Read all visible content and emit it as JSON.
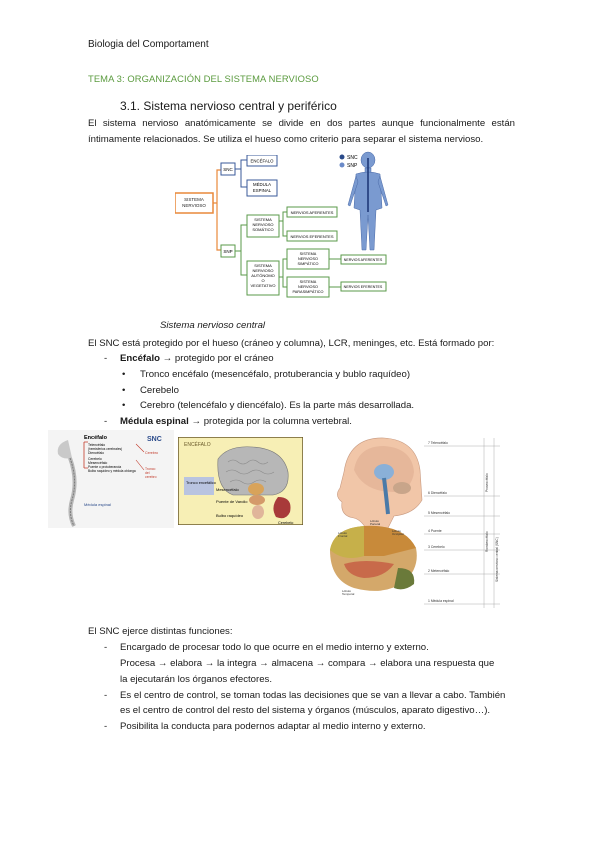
{
  "header": "Biologia del Comportament",
  "tema_title": "TEMA 3: ORGANIZACIÓN DEL SISTEMA NERVIOSO",
  "section_title": "3.1. Sistema nervioso central y periférico",
  "intro": "El sistema nervioso anatómicamente se divide en dos partes aunque funcionalmente están íntimamente relacionados. Se utiliza el hueso como criterio para separar el sistema nervioso.",
  "diagram": {
    "root": "SISTEMA NERVIOSO",
    "snc": "SNC",
    "snp": "SNP",
    "encefalo": "ENCÉFALO",
    "medula": "MÉDULA ESPINAL",
    "somatico": "SISTEMA NERVIOSO SOMÁTICO",
    "autonomo": "SISTEMA NERVIOSO AUTÓNOMO O VEGETATIVO",
    "aferentes": "NERVIOS AFERENTES",
    "eferentes": "NERVIOS EFERENTES",
    "simpatico": "SISTEMA NERVIOSO SIMPÁTICO",
    "parasimpatico": "SISTEMA NERVIOSO PARASIMPÁTICO",
    "legend_snc": "SNC",
    "legend_snp": "SNP"
  },
  "caption": "Sistema nervioso central",
  "snc_protected": "El SNC está protegido por el hueso (cráneo y columna), LCR, meninges, etc. Está formado por:",
  "encefalo_item": {
    "bold": "Encéfalo",
    "rest": " → protegido por el cráneo"
  },
  "encefalo_subitems": [
    "Tronco encéfalo (mesencéfalo, protuberancia y bublo raquídeo)",
    "Cerebelo",
    "Cerebro (telencéfalo y diencéfalo). Es la parte más desarrollada."
  ],
  "medula_item": {
    "bold": "Médula espinal",
    "rest": " → protegida por la columna vertebral."
  },
  "fig_left": {
    "encefalo": "Encéfalo",
    "snc": "SNC",
    "cerebro": "Cerebro",
    "tronco": "Tronco del cerebro",
    "medula": "Médula espinal",
    "items": [
      "Telencéfalo",
      "(hemisferios cerebrales)",
      "Diencéfalo",
      "Cerebelo",
      "Mesencéfalo",
      "Puente o protuberancia",
      "Bulbo raquídeo y médula oblonga"
    ]
  },
  "fig_mid": {
    "encefalo": "ENCÉFALO",
    "tronco": "Tronco encefálico",
    "mesencefalo": "Mesencéfalo",
    "puente": "Puente de Varolio",
    "bulbo": "Bulbo raquídeo",
    "cerebelo": "Cerebelo"
  },
  "fig_right": {
    "rows": [
      "7 Telencéfalo",
      "6 Diencéfalo",
      "5 Mesencéfalo",
      "4 Puente",
      "3 Cerebelo",
      "2 Metencéfalo",
      "1 Médula espinal"
    ],
    "side": [
      "Prosencéfalo",
      "Encéfalo",
      "Rombencéfalo",
      "Sistema nervioso central (SNC)"
    ]
  },
  "functions_intro": "El SNC ejerce distintas funciones:",
  "functions": [
    {
      "lines": [
        "Encargado de procesar todo lo que ocurre en el medio interno y externo.",
        "Procesa → elabora → la integra → almacena → compara → elabora una respuesta que",
        "la ejecutarán los órganos efectores."
      ]
    },
    {
      "lines": [
        "Es el centro de control, se toman todas las decisiones que se van a llevar a cabo. También",
        "es el centro de control del resto del sistema y órganos (músculos, aparato digestivo…)."
      ]
    },
    {
      "lines": [
        "Posibilita la conducta para podernos adaptar al medio interno y externo."
      ]
    }
  ],
  "colors": {
    "accent_green": "#5b9b3f",
    "diagram_orange": "#e8883a",
    "diagram_blue": "#3a5a9a",
    "diagram_green": "#5a9a4a"
  }
}
